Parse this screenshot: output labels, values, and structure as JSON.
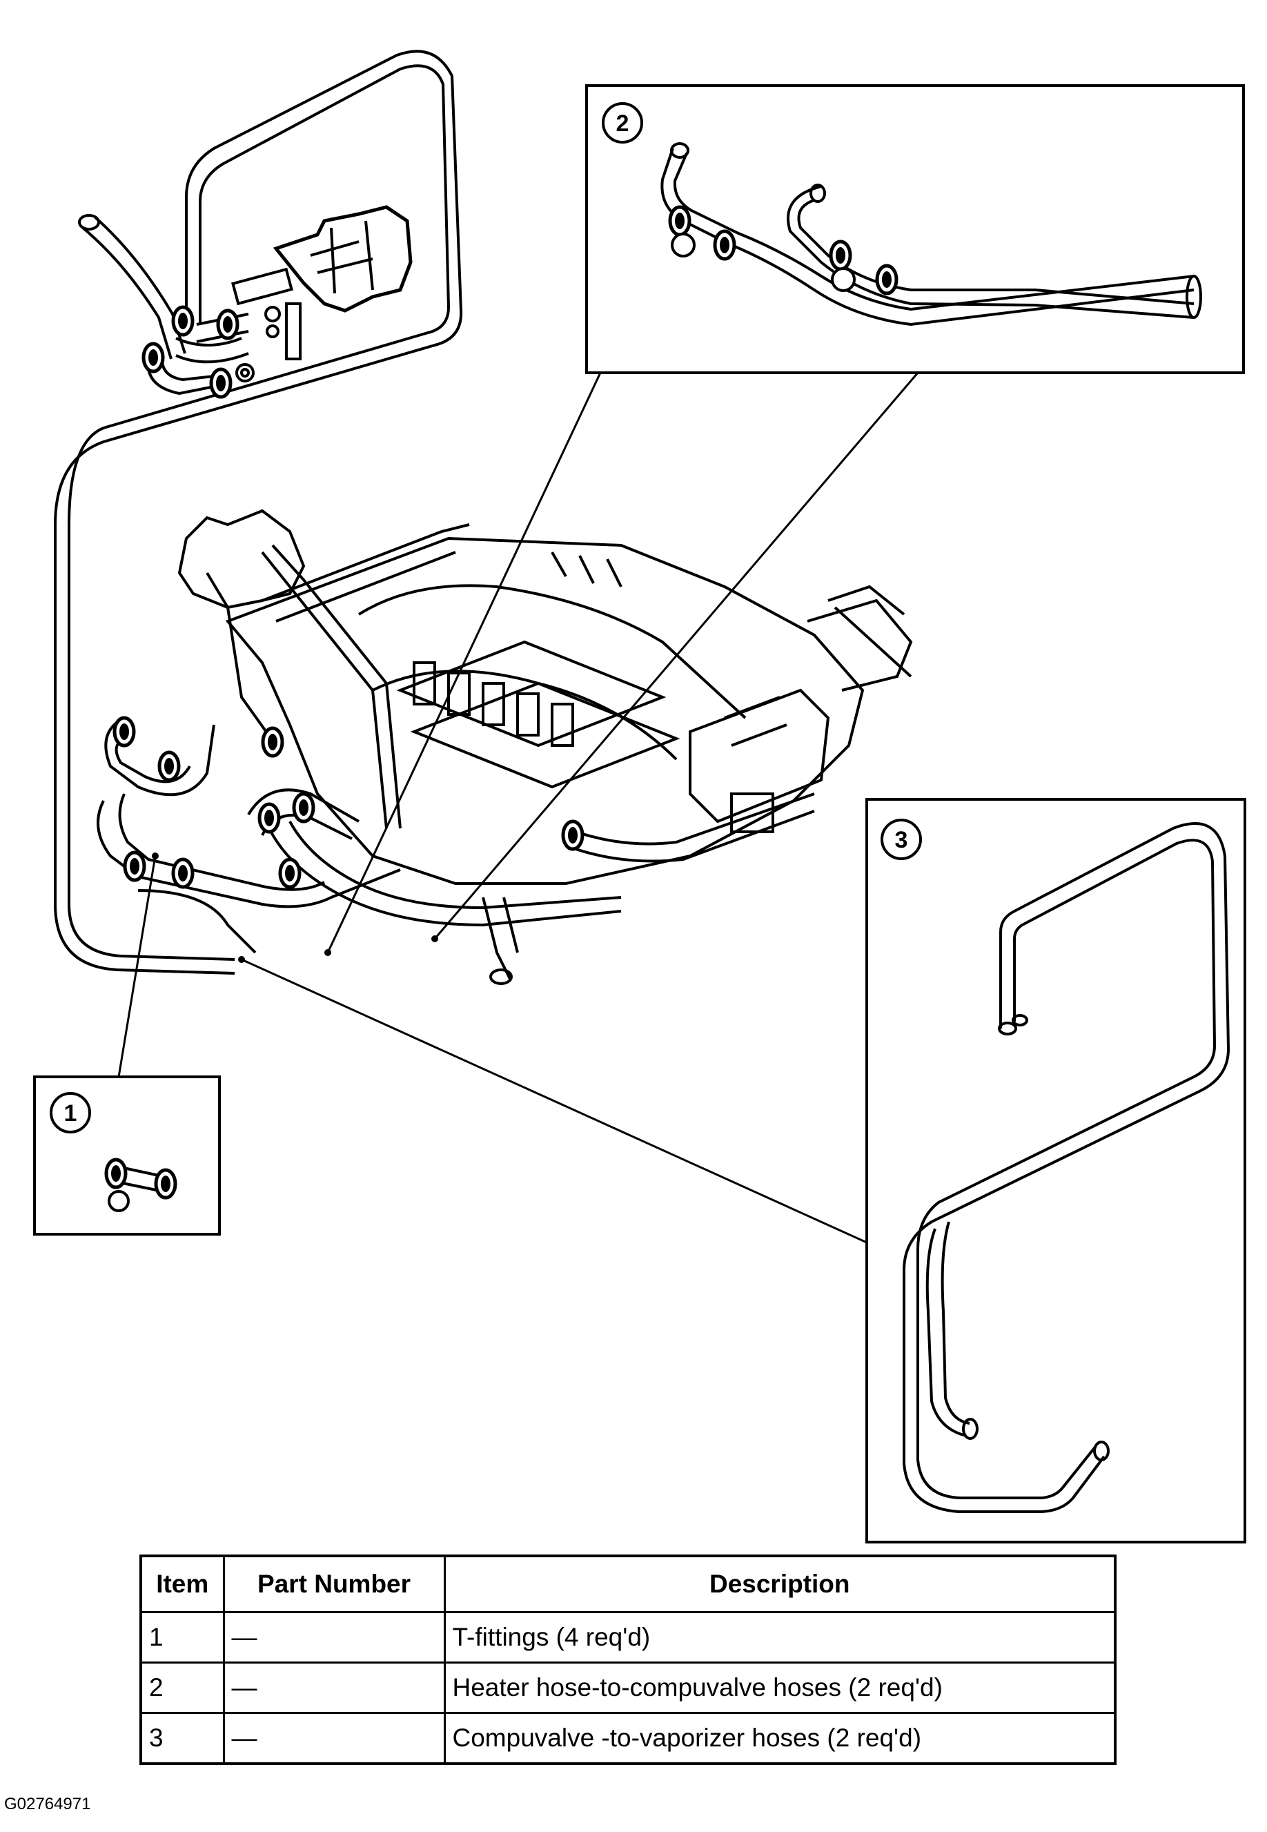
{
  "callouts": [
    {
      "number": "1"
    },
    {
      "number": "2"
    },
    {
      "number": "3"
    }
  ],
  "parts_table": {
    "headers": {
      "item": "Item",
      "part_number": "Part Number",
      "description": "Description"
    },
    "rows": [
      {
        "item": "1",
        "part_number": "—",
        "description": "T-fittings (4 req'd)"
      },
      {
        "item": "2",
        "part_number": "—",
        "description": "Heater hose-to-compuvalve hoses (2 req'd)"
      },
      {
        "item": "3",
        "part_number": "—",
        "description": "Compuvalve -to-vaporizer hoses (2 req'd)"
      }
    ]
  },
  "figure_id": "G02764971"
}
